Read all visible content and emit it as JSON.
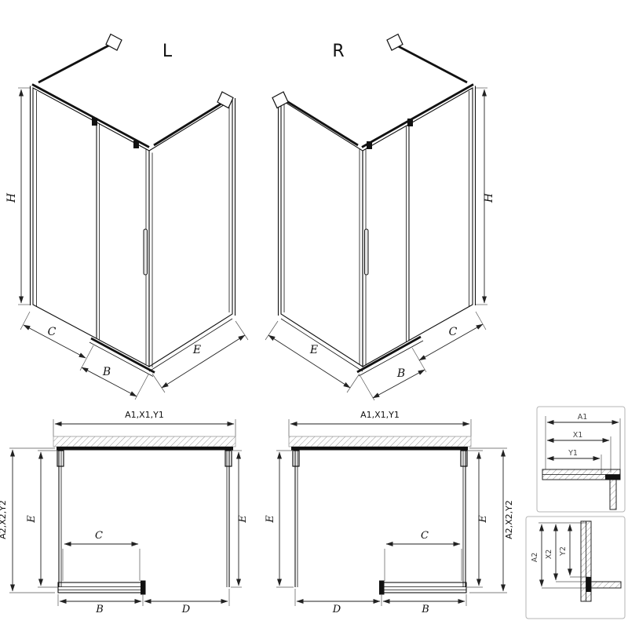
{
  "iso_left": {
    "title": "L",
    "h": "H",
    "c": "C",
    "b": "B",
    "e": "E"
  },
  "iso_right": {
    "title": "R",
    "h": "H",
    "c": "C",
    "b": "B",
    "e": "E"
  },
  "plan_left": {
    "width_top": "A1,X1,Y1",
    "side": "A2,X2,Y2",
    "e_left": "E",
    "e_right": "E",
    "c": "C",
    "b": "B",
    "d": "D"
  },
  "plan_right": {
    "width_top": "A1,X1,Y1",
    "side": "A2,X2,Y2",
    "e_left": "E",
    "e_right": "E",
    "c": "C",
    "b": "B",
    "d": "D"
  },
  "detail_top": {
    "a1": "A1",
    "x1": "X1",
    "y1": "Y1"
  },
  "detail_bottom": {
    "a2": "A2",
    "x2": "X2",
    "y2": "Y2"
  },
  "colors": {
    "line": "#111111",
    "muted": "#8a8a8a"
  }
}
